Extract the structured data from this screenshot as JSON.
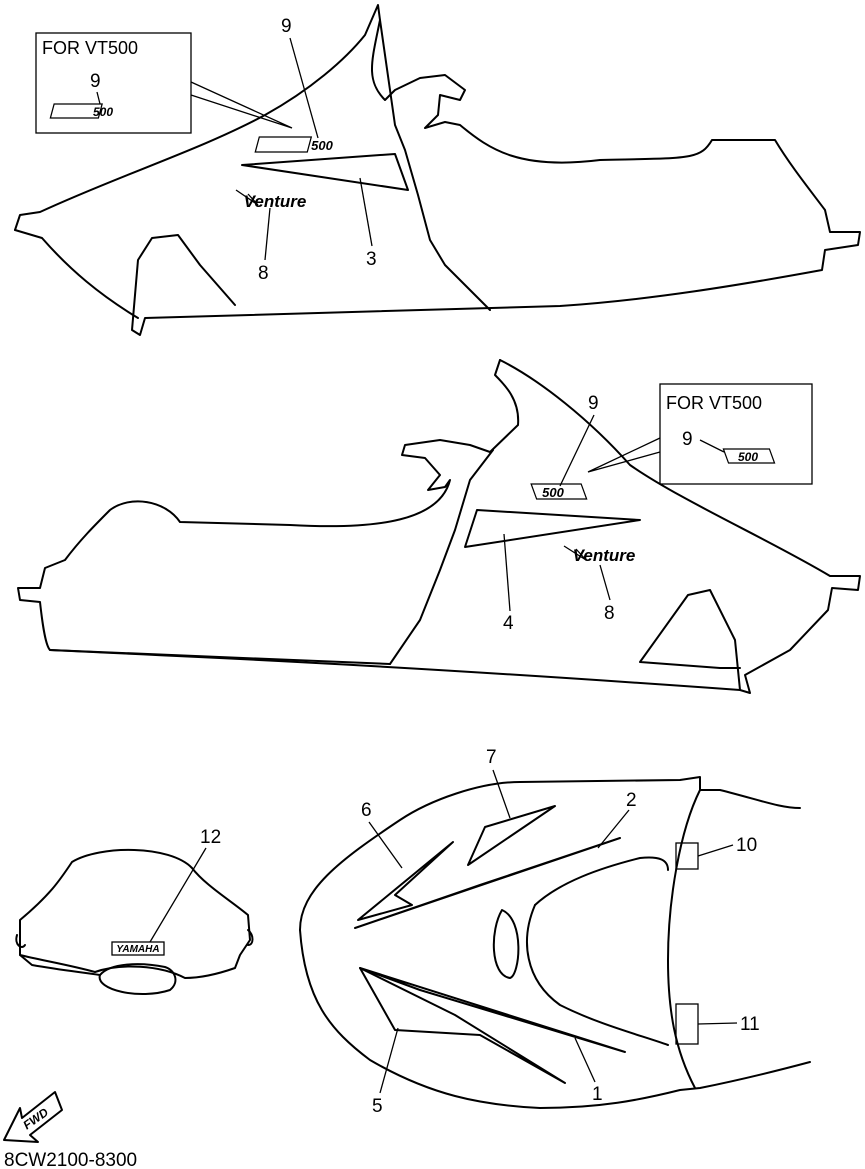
{
  "inset_top": {
    "title": "FOR VT500",
    "callout": "9",
    "decal_text": "500"
  },
  "inset_mid": {
    "title": "FOR VT500",
    "callout": "9",
    "decal_text": "500"
  },
  "callouts_top": [
    "9",
    "3",
    "8"
  ],
  "callouts_mid": [
    "9",
    "4",
    "8"
  ],
  "callouts_bottom": [
    "7",
    "2",
    "6",
    "12",
    "10",
    "11",
    "5",
    "1"
  ],
  "decals": {
    "venture": "Venture",
    "model": "500",
    "yamaha": "YAMAHA"
  },
  "fwd_label": "FWD",
  "part_number": "8CW2100-8300"
}
